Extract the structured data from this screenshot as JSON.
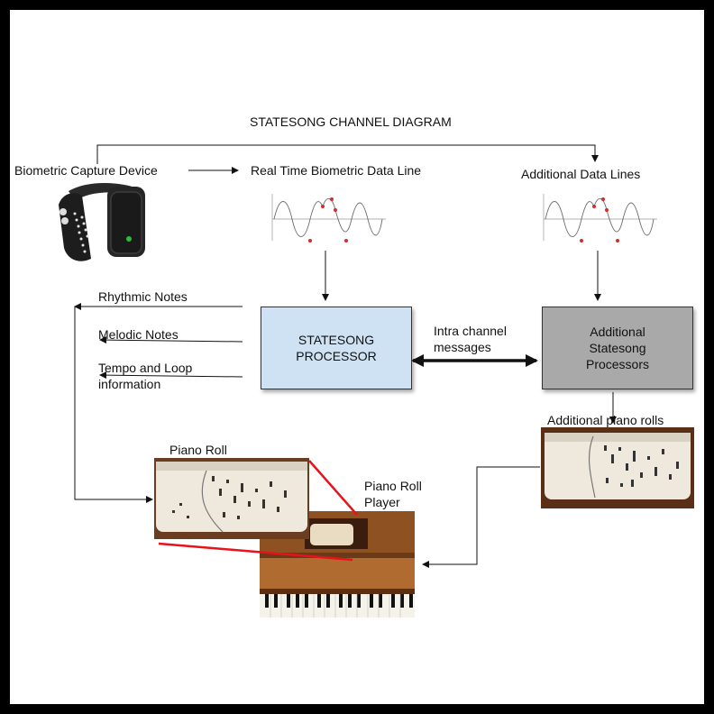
{
  "title": "STATESONG CHANNEL DIAGRAM",
  "labels": {
    "biometric_device": "Biometric Capture Device",
    "realtime_line": "Real Time Biometric Data Line",
    "additional_lines": "Additional Data Lines",
    "rhythmic": "Rhythmic Notes",
    "melodic": "Melodic Notes",
    "tempo_1": "Tempo and Loop",
    "tempo_2": "information",
    "intra_1": "Intra channel",
    "intra_2": "messages",
    "additional_rolls": "Additional piano rolls",
    "piano_roll": "Piano Roll",
    "player_1": "Piano Roll",
    "player_2": "Player"
  },
  "processors": {
    "main_1": "STATESONG",
    "main_2": "PROCESSOR",
    "extra_1": "Additional",
    "extra_2": "Statesong",
    "extra_3": "Processors"
  },
  "colors": {
    "main_processor": "#cfe2f3",
    "extra_processor": "#a9a9a9",
    "zoom_lines": "#e8121b"
  }
}
